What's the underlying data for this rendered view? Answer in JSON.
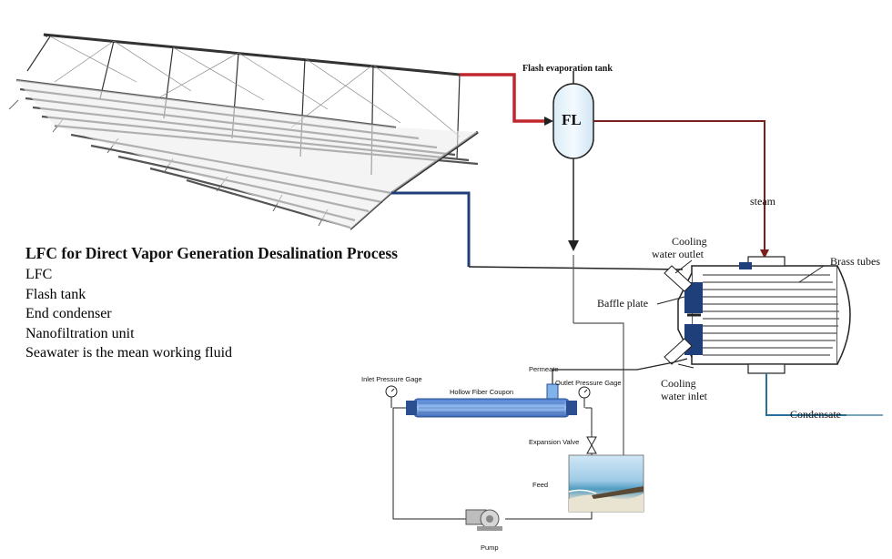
{
  "process": {
    "title": "LFC for Direct Vapor Generation Desalination Process",
    "items": [
      "LFC",
      "Flash tank",
      "End condenser",
      "Nanofiltration unit",
      "Seawater is the mean working fluid"
    ]
  },
  "flash_tank": {
    "label": "Flash evaporation tank",
    "symbol": "FL"
  },
  "condenser": {
    "steam": "steam",
    "cooling_outlet": [
      "Cooling",
      "water outlet"
    ],
    "cooling_inlet": [
      "Cooling",
      "water inlet"
    ],
    "baffle": "Baffle plate",
    "tubes": "Brass tubes",
    "condensate": "Condensate"
  },
  "filtration": {
    "inlet_gage": "Inlet Pressure Gage",
    "outlet_gage": "Outlet Pressure Gage",
    "coupon": "Hollow Fiber Coupon",
    "permeate": "Permeate",
    "valve": "Expansion Valve",
    "feed": "Feed",
    "pump": "Pump"
  },
  "colors": {
    "hot_line": "#c0272d",
    "cold_line": "#1f3f7a",
    "steam_line": "#7a1e1e",
    "condensate_line": "#2a6f9a"
  }
}
